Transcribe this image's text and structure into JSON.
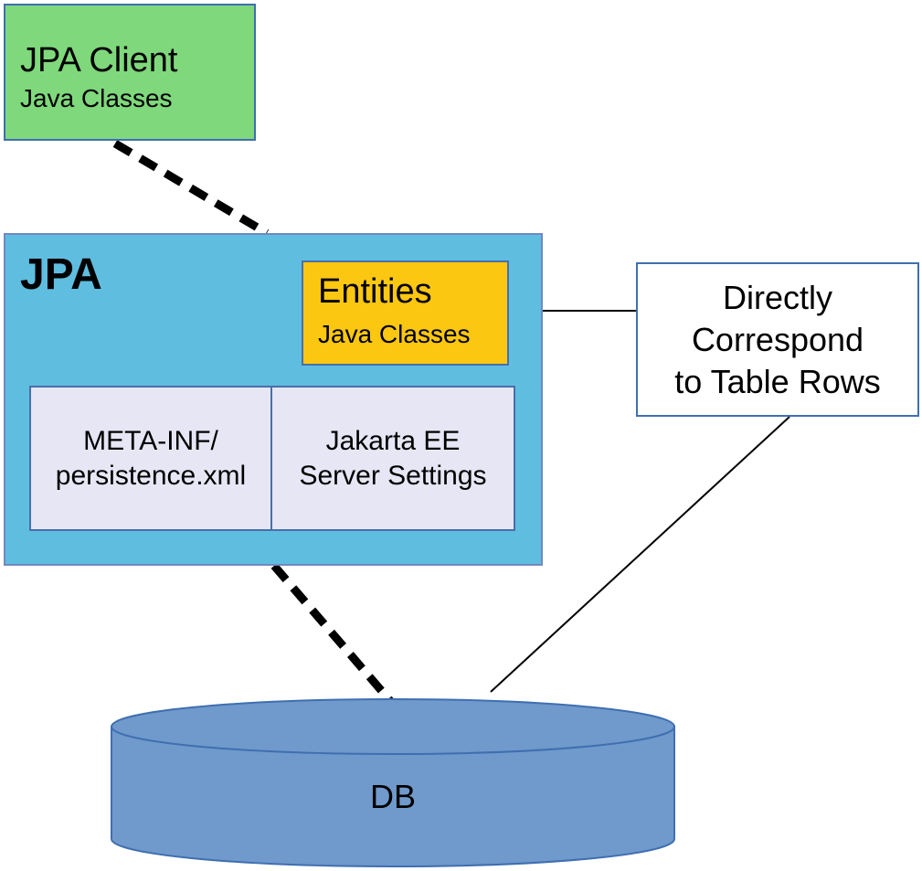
{
  "client": {
    "title": "JPA Client",
    "subtitle": "Java Classes"
  },
  "jpa": {
    "title": "JPA"
  },
  "entities": {
    "title": "Entities",
    "subtitle": "Java Classes"
  },
  "config": {
    "meta_inf": "META-INF/\npersistence.xml",
    "server": "Jakarta EE\nServer Settings"
  },
  "note": {
    "text": "Directly\nCorrespond\nto Table Rows"
  },
  "db": {
    "label": "DB"
  },
  "colors": {
    "client_fill": "#7fd87b",
    "jpa_fill": "#5fbde0",
    "entities_fill": "#fcc711",
    "config_fill": "#e6e6f5",
    "db_fill": "#7099cc",
    "border": "#3f6fb0"
  }
}
